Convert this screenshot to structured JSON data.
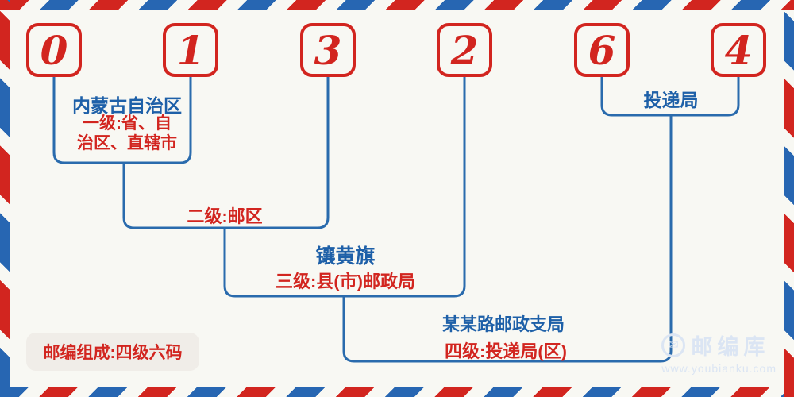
{
  "postal_code": {
    "value": "013264",
    "digits": [
      "0",
      "1",
      "3",
      "2",
      "6",
      "4"
    ]
  },
  "levels": [
    {
      "region": "内蒙古自治区",
      "label": "一级:省、自治区、直辖市",
      "label_lines": [
        "一级:省、自",
        "治区、直辖市"
      ]
    },
    {
      "label": "二级:邮区"
    },
    {
      "region": "镶黄旗",
      "label": "三级:县(市)邮政局"
    },
    {
      "region": "某某路邮政支局",
      "label": "四级:投递局(区)"
    },
    {
      "region": "投递局"
    }
  ],
  "footer": {
    "composition": "邮编组成:四级六码"
  },
  "watermark": {
    "brand": "邮编库",
    "site": "www.youbianku.com",
    "icon": "envelope-circle-icon",
    "icon_glyph": "✉"
  },
  "colors": {
    "red": "#d2251f",
    "blue": "#2a6bad",
    "background": "#f8f8f3",
    "watermark": "#dbe5f3",
    "footer_box_bg": "#f0ede8"
  }
}
